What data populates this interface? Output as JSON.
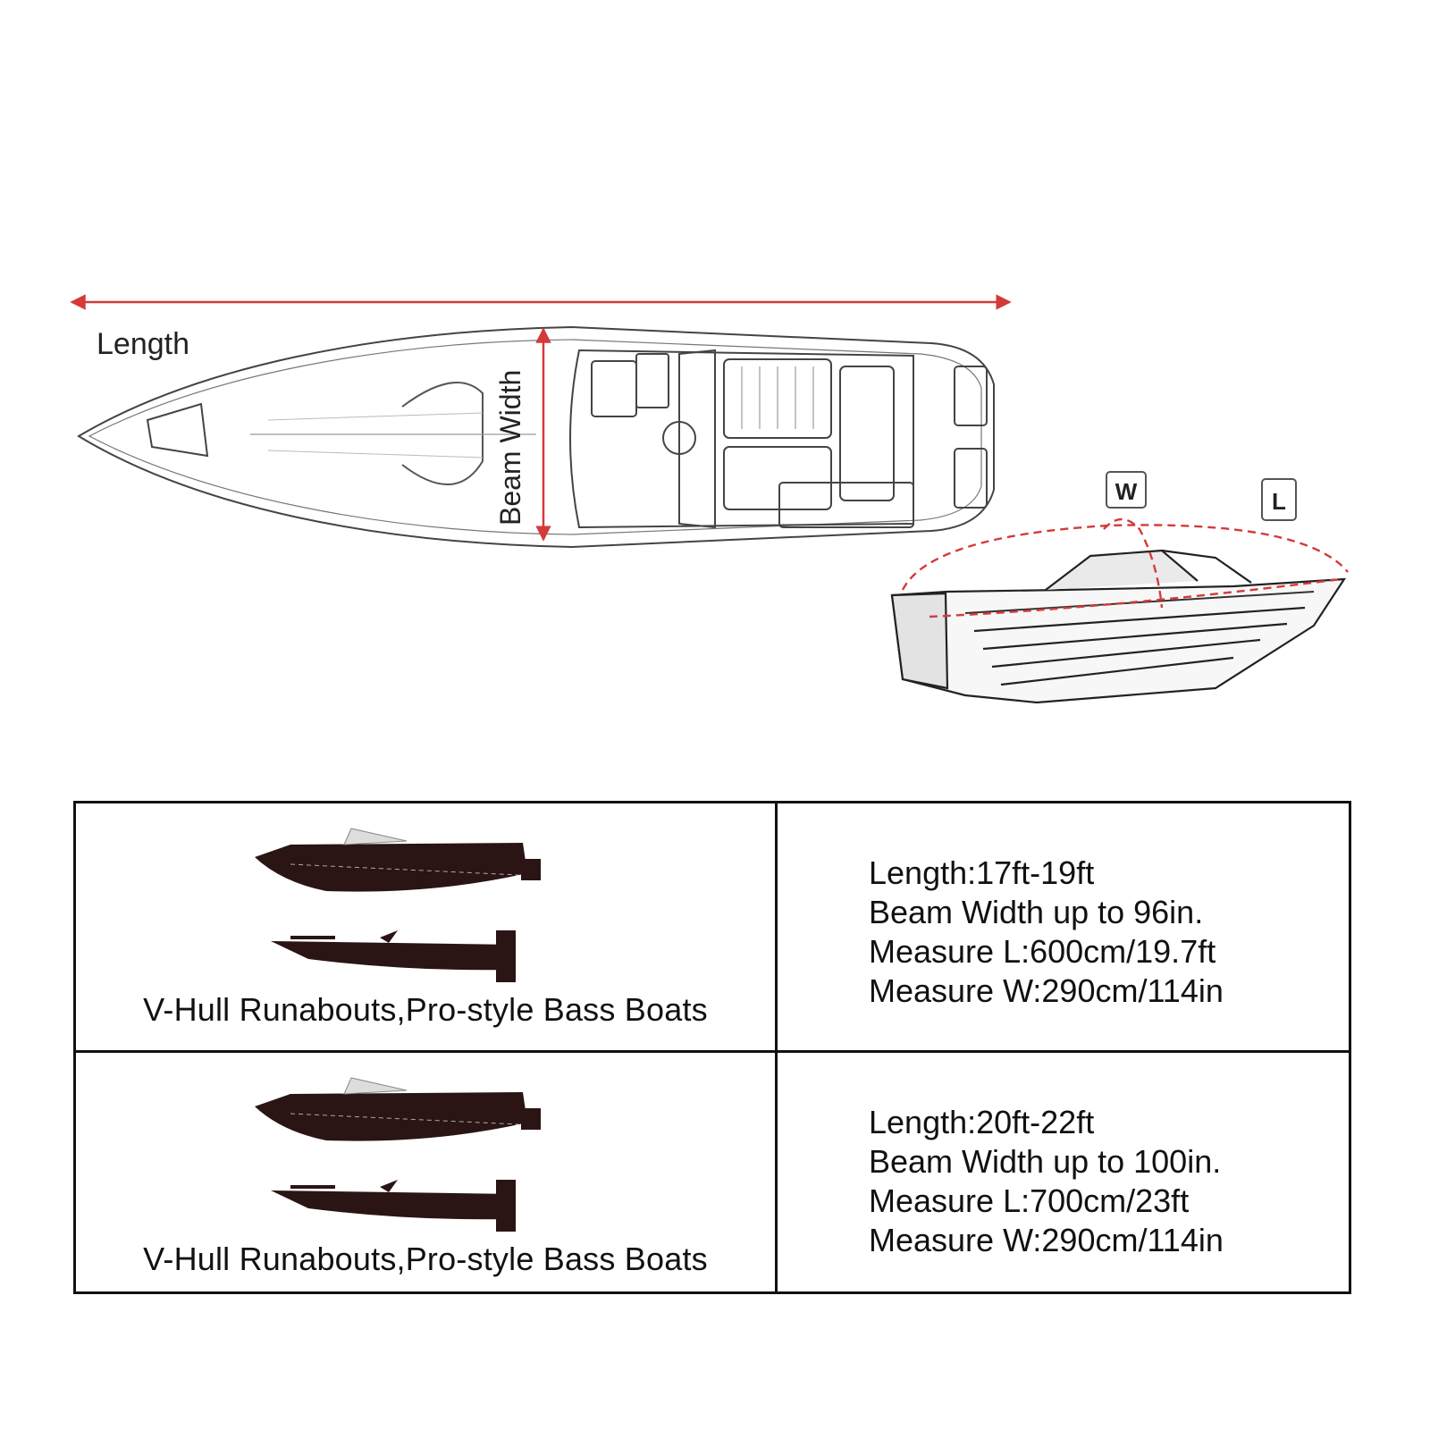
{
  "diagram": {
    "length_label": "Length",
    "beam_label": "Beam Width",
    "w_tag": "W",
    "l_tag": "L"
  },
  "colors": {
    "measure_red": "#d43a3a",
    "line": "#333333",
    "hull_dark": "#2a1414"
  },
  "table": {
    "rows": [
      {
        "caption": "V-Hull Runabouts,Pro-style Bass Boats",
        "specs": [
          "Length:17ft-19ft",
          "Beam Width up to 96in.",
          "Measure L:600cm/19.7ft",
          "Measure W:290cm/114in"
        ]
      },
      {
        "caption": "V-Hull Runabouts,Pro-style Bass Boats",
        "specs": [
          "Length:20ft-22ft",
          "Beam Width up to 100in.",
          "Measure L:700cm/23ft",
          "Measure W:290cm/114in"
        ]
      }
    ]
  }
}
